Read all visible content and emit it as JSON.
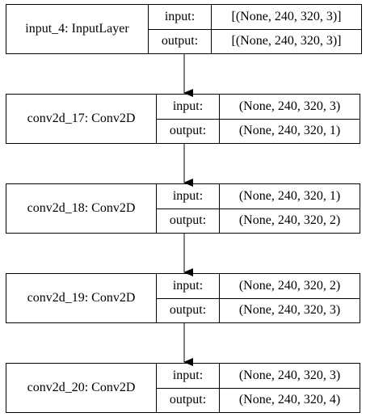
{
  "layers": [
    {
      "name": "input_4: InputLayer",
      "input_label": "input:",
      "output_label": "output:",
      "input_shape": "[(None, 240, 320, 3)]",
      "output_shape": "[(None, 240, 320, 3)]"
    },
    {
      "name": "conv2d_17: Conv2D",
      "input_label": "input:",
      "output_label": "output:",
      "input_shape": "(None, 240, 320, 3)",
      "output_shape": "(None, 240, 320, 1)"
    },
    {
      "name": "conv2d_18: Conv2D",
      "input_label": "input:",
      "output_label": "output:",
      "input_shape": "(None, 240, 320, 1)",
      "output_shape": "(None, 240, 320, 2)"
    },
    {
      "name": "conv2d_19: Conv2D",
      "input_label": "input:",
      "output_label": "output:",
      "input_shape": "(None, 240, 320, 2)",
      "output_shape": "(None, 240, 320, 3)"
    },
    {
      "name": "conv2d_20: Conv2D",
      "input_label": "input:",
      "output_label": "output:",
      "input_shape": "(None, 240, 320, 3)",
      "output_shape": "(None, 240, 320, 4)"
    }
  ],
  "colors": {
    "stroke": "#000000",
    "background": "#ffffff"
  }
}
